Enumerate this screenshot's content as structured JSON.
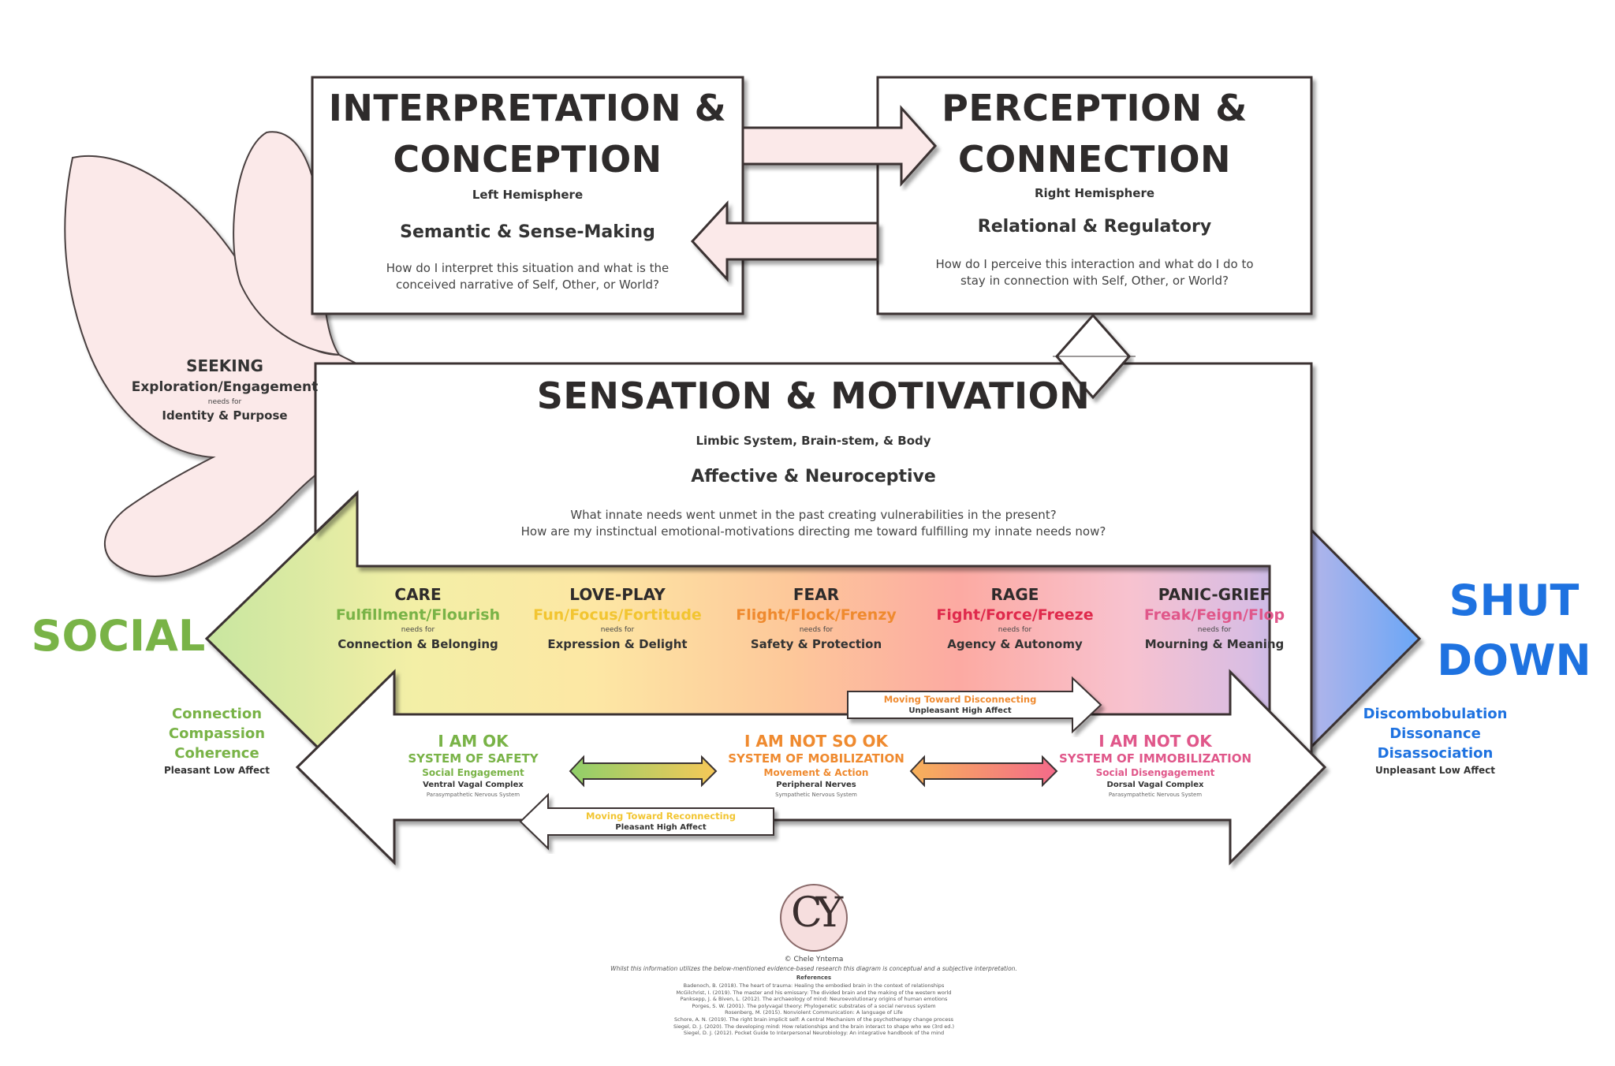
{
  "colors": {
    "social_green": "#79b347",
    "shutdown_blue": "#1e72e0",
    "yellow": "#f2c531",
    "orange": "#ef8a2f",
    "red": "#df2a4c",
    "pink": "#e0578a",
    "dove_fill": "#fbe8e8",
    "outline": "#3a3333"
  },
  "interpretation": {
    "title_line1": "INTERPRETATION &",
    "title_line2": "CONCEPTION",
    "hemisphere": "Left Hemisphere",
    "subtitle": "Semantic & Sense-Making",
    "question_line1": "How do I interpret this situation and what is the",
    "question_line2": "conceived narrative of Self, Other, or World?"
  },
  "perception": {
    "title_line1": "PERCEPTION &",
    "title_line2": "CONNECTION",
    "hemisphere": "Right Hemisphere",
    "subtitle": "Relational & Regulatory",
    "question_line1": "How do I perceive this interaction and what do I do to",
    "question_line2": "stay in connection with Self, Other, or World?"
  },
  "seeking": {
    "title": "SEEKING",
    "subtitle": "Exploration/Engagement",
    "needs_for": "needs for",
    "need": "Identity & Purpose"
  },
  "sensation": {
    "title": "SENSATION & MOTIVATION",
    "systems": "Limbic System, Brain-stem, & Body",
    "subtitle": "Affective & Neuroceptive",
    "question_line1": "What innate needs went unmet in the past creating vulnerabilities in the present?",
    "question_line2": "How are my instinctual emotional-motivations directing me toward fulfilling my innate needs now?"
  },
  "emotions": [
    {
      "name": "CARE",
      "modes": "Fulfillment/Flourish",
      "needs_for": "needs for",
      "need": "Connection & Belonging",
      "color": "#79b347"
    },
    {
      "name": "LOVE-PLAY",
      "modes": "Fun/Focus/Fortitude",
      "needs_for": "needs for",
      "need": "Expression & Delight",
      "color": "#f2c531"
    },
    {
      "name": "FEAR",
      "modes": "Flight/Flock/Frenzy",
      "needs_for": "needs for",
      "need": "Safety & Protection",
      "color": "#ef8a2f"
    },
    {
      "name": "RAGE",
      "modes": "Fight/Force/Freeze",
      "needs_for": "needs for",
      "need": "Agency & Autonomy",
      "color": "#df2a4c"
    },
    {
      "name": "PANIC-GRIEF",
      "modes": "Freak/Feign/Flop",
      "needs_for": "needs for",
      "need": "Mourning & Meaning",
      "color": "#e0578a"
    }
  ],
  "social": {
    "label": "SOCIAL",
    "items": [
      "Connection",
      "Compassion",
      "Coherence"
    ],
    "affect": "Pleasant Low Affect"
  },
  "shutdown": {
    "label_line1": "SHUT",
    "label_line2": "DOWN",
    "items": [
      "Discombobulation",
      "Dissonance",
      "Disassociation"
    ],
    "affect": "Unpleasant Low Affect"
  },
  "states": [
    {
      "title": "I AM OK",
      "system": "SYSTEM OF SAFETY",
      "mode": "Social Engagement",
      "nerve": "Ventral Vagal Complex",
      "ns": "Parasympathetic Nervous System",
      "color": "#79b347"
    },
    {
      "title": "I AM NOT SO OK",
      "system": "SYSTEM OF MOBILIZATION",
      "mode": "Movement & Action",
      "nerve": "Peripheral Nerves",
      "ns": "Sympathetic Nervous System",
      "color": "#ef8a2f"
    },
    {
      "title": "I AM NOT OK",
      "system": "SYSTEM OF IMMOBILIZATION",
      "mode": "Social Disengagement",
      "nerve": "Dorsal Vagal Complex",
      "ns": "Parasympathetic Nervous System",
      "color": "#e0578a"
    }
  ],
  "disconnecting": {
    "title": "Moving Toward Disconnecting",
    "affect": "Unpleasant High Affect"
  },
  "reconnecting": {
    "title": "Moving Toward Reconnecting",
    "affect": "Pleasant High Affect"
  },
  "footer": {
    "logo_text": "CY",
    "copyright": "© Chele Yntema",
    "disclaimer": "Whilst this information utilizes the below-mentioned evidence-based research this diagram is conceptual and a subjective interpretation.",
    "references_title": "References",
    "references": [
      "Badenoch, B. (2018). The heart of trauma: Healing the embodied brain in the context of relationships",
      "McGilchrist, I. (2019). The master and his emissary: The divided brain and the making of the western world",
      "Panksepp, J. & Biven, L. (2012). The archaeology of mind: Neuroevolutionary origins of human emotions",
      "Porges, S. W. (2001). The polyvagal theory: Phylogenetic substrates of a social nervous system",
      "Rosenberg, M. (2015). Nonviolent Communication: A language of Life",
      "Schore, A. N. (2019). The right brain implicit self: A central Mechanism of the psychotherapy change process",
      "Siegel, D. J. (2020). The developing mind: How relationships and the brain interact to shape who we (3rd ed.)",
      "Siegel, D. J. (2012). Pocket Guide to Interpersonal Neurobiology: An integrative handbook of the mind"
    ]
  }
}
